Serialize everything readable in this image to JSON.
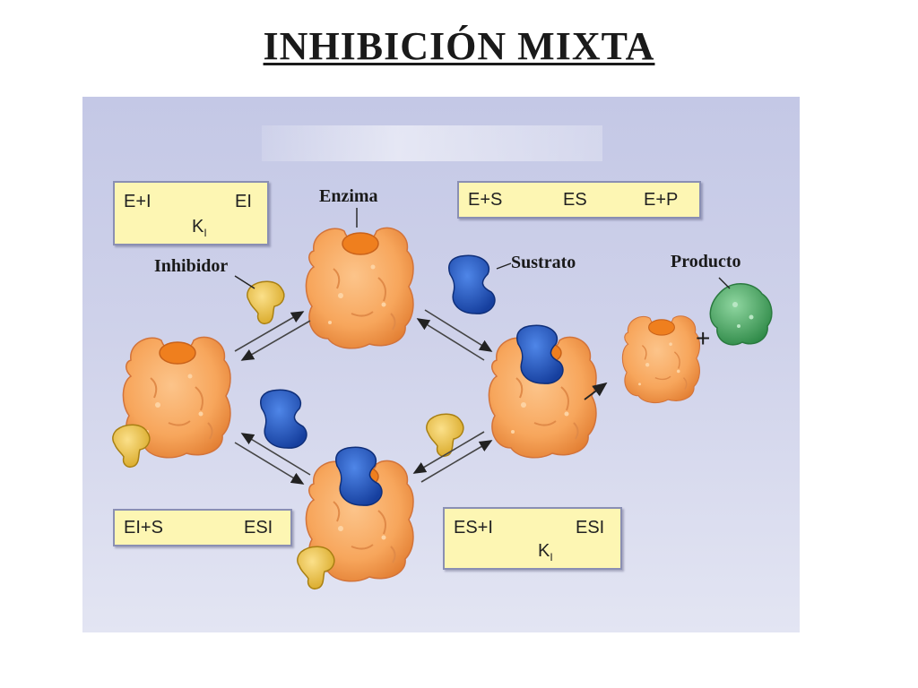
{
  "title": "INHIBICIÓN MIXTA",
  "labels": {
    "enzima": "Enzima",
    "inhibidor": "Inhibidor",
    "sustrato": "Sustrato",
    "producto": "Producto",
    "plus": "+"
  },
  "equations": {
    "ei": {
      "left": "E+I",
      "right": "EI",
      "constant": "K",
      "constant_sub": "I"
    },
    "es": {
      "left": "E+S",
      "middle": "ES",
      "right": "E+P"
    },
    "esi_from_ei": {
      "left": "EI+S",
      "right": "ESI"
    },
    "esi_from_es": {
      "left": "ES+I",
      "right": "ESI",
      "constant": "K",
      "constant_sub": "I"
    }
  },
  "colors": {
    "enzyme": "#f7a65c",
    "enzyme_site": "#f08a2a",
    "substrate": "#1f55c4",
    "inhibitor": "#f2c94c",
    "product": "#4dab62",
    "box_fill": "#fdf6b3"
  }
}
